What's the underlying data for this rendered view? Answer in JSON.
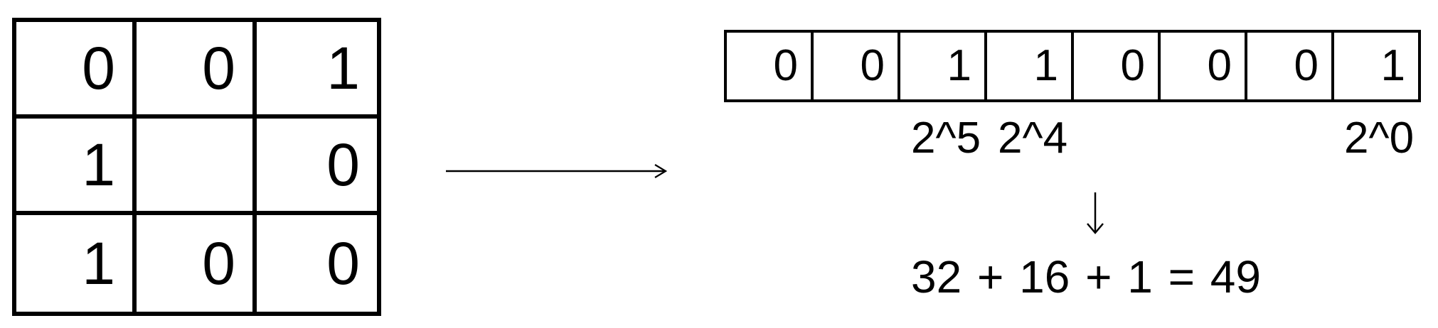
{
  "matrix": {
    "rows": [
      [
        "0",
        "0",
        "1"
      ],
      [
        "1",
        "",
        "0"
      ],
      [
        "1",
        "0",
        "0"
      ]
    ]
  },
  "arrow": {
    "direction": "right",
    "icon": "right-arrow-icon"
  },
  "binary": {
    "bits": [
      "0",
      "0",
      "1",
      "1",
      "0",
      "0",
      "0",
      "1"
    ]
  },
  "powers": {
    "labels": [
      {
        "text": "2^5",
        "bit_index": 2
      },
      {
        "text": "2^4",
        "bit_index": 3
      },
      {
        "text": "2^0",
        "bit_index": 7
      }
    ]
  },
  "down_arrow": {
    "icon": "down-arrow-icon"
  },
  "result": {
    "equation": "32 + 16 + 1 = 49"
  },
  "colors": {
    "stroke": "#000000",
    "background": "#ffffff"
  }
}
